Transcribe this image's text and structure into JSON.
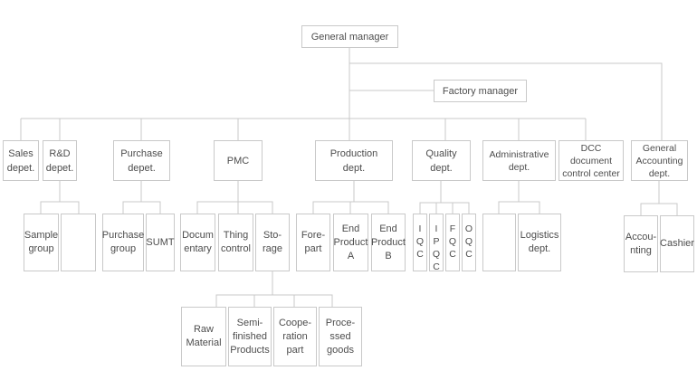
{
  "colors": {
    "background": "#ffffff",
    "box_border": "#c9c9c9",
    "connector_line": "#c8c8c8",
    "text": "#4d4d4d"
  },
  "nodes": [
    {
      "id": "general-manager",
      "label": "General manager"
    },
    {
      "id": "factory-manager",
      "label": "Factory manager"
    },
    {
      "id": "sales-dept",
      "label": "Sales\ndepet."
    },
    {
      "id": "rnd-dept",
      "label": "R&D\ndepet."
    },
    {
      "id": "purchase-dept",
      "label": "Purchase\ndepet."
    },
    {
      "id": "pmc-dept",
      "label": "PMC"
    },
    {
      "id": "production-dept",
      "label": "Production\ndept."
    },
    {
      "id": "quality-dept",
      "label": "Quality\ndept."
    },
    {
      "id": "administrative-dept",
      "label": "Administrative\ndept."
    },
    {
      "id": "dcc-document-control-center",
      "label": "DCC\ndocument\ncontrol center"
    },
    {
      "id": "general-accounting-dept",
      "label": "General\nAccounting\ndept."
    },
    {
      "id": "sample-group",
      "label": "Sample\ngroup"
    },
    {
      "id": "rnd-unlabeled-box",
      "label": ""
    },
    {
      "id": "purchase-group",
      "label": "Purchase\ngroup"
    },
    {
      "id": "sumt",
      "label": "SUMT"
    },
    {
      "id": "documentary",
      "label": "Docum\nentary"
    },
    {
      "id": "thing-control",
      "label": "Thing\ncontrol"
    },
    {
      "id": "storage",
      "label": "Sto-\nrage"
    },
    {
      "id": "fore-part",
      "label": "Fore-\npart"
    },
    {
      "id": "end-product-a",
      "label": "End\nProduct\nA"
    },
    {
      "id": "end-product-b",
      "label": "End\nProduct\nB"
    },
    {
      "id": "iqc",
      "label": "I\nQ\nC"
    },
    {
      "id": "ipqc",
      "label": "I\nP\nQ\nC"
    },
    {
      "id": "fqc",
      "label": "F\nQ\nC"
    },
    {
      "id": "oqc",
      "label": "O\nQ\nC"
    },
    {
      "id": "administrative-unlabeled-box",
      "label": ""
    },
    {
      "id": "logistics-dept",
      "label": "Logistics\ndept."
    },
    {
      "id": "accounting",
      "label": "Accou-\nnting"
    },
    {
      "id": "cashier",
      "label": "Cashier"
    },
    {
      "id": "raw-material",
      "label": "Raw\nMaterial"
    },
    {
      "id": "semi-finished-products",
      "label": "Semi-\nfinished\nProducts"
    },
    {
      "id": "cooperation-part",
      "label": "Coope-\nration\npart"
    },
    {
      "id": "processed-goods",
      "label": "Proce-\nssed\ngoods"
    }
  ]
}
